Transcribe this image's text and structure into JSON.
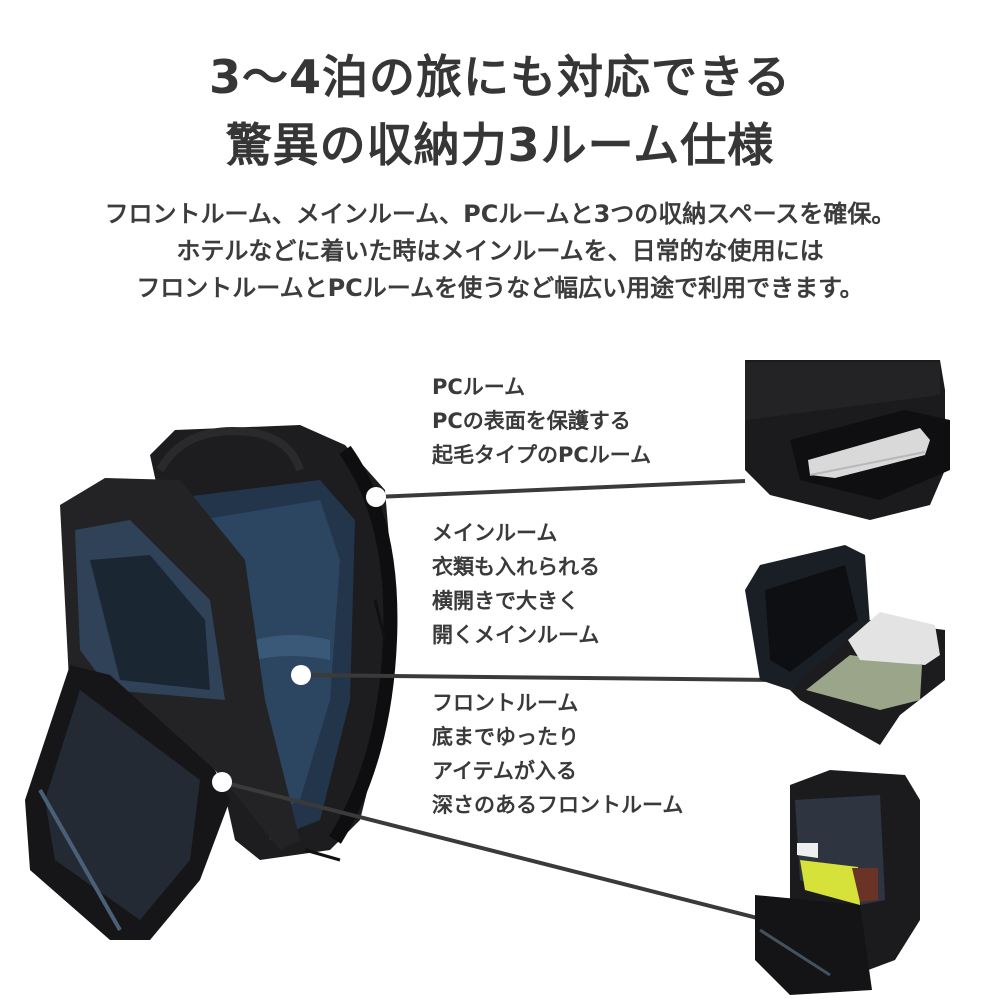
{
  "headline": {
    "line1": "3〜4泊の旅にも対応できる",
    "line2": "驚異の収納力3ルーム仕様"
  },
  "lead": {
    "lines": [
      "フロントルーム、メインルーム、PCルームと3つの収納スペースを確保。",
      "ホテルなどに着いた時はメインルームを、日常的な使用には",
      "フロントルームとPCルームを使うなど幅広い用途で利用できます。"
    ]
  },
  "callouts": [
    {
      "title": "PCルーム",
      "lines": [
        "PCの表面を保護する",
        "起毛タイプのPCルーム"
      ]
    },
    {
      "title": "メインルーム",
      "lines": [
        "衣類も入れられる",
        "横開きで大きく",
        "開くメインルーム"
      ]
    },
    {
      "title": "フロントルーム",
      "lines": [
        "底までゆったり",
        "アイテムが入る",
        "深さのあるフロントルーム"
      ]
    }
  ],
  "colors": {
    "text": "#3a3a3a",
    "leader_line": "#3a3a3a",
    "bag_black": "#1c1c1e",
    "lining_navy": "#24364a",
    "laptop_silver": "#d8d8d8",
    "clothes_khaki": "#9aa58a",
    "folder_yellow": "#d6e23a"
  }
}
